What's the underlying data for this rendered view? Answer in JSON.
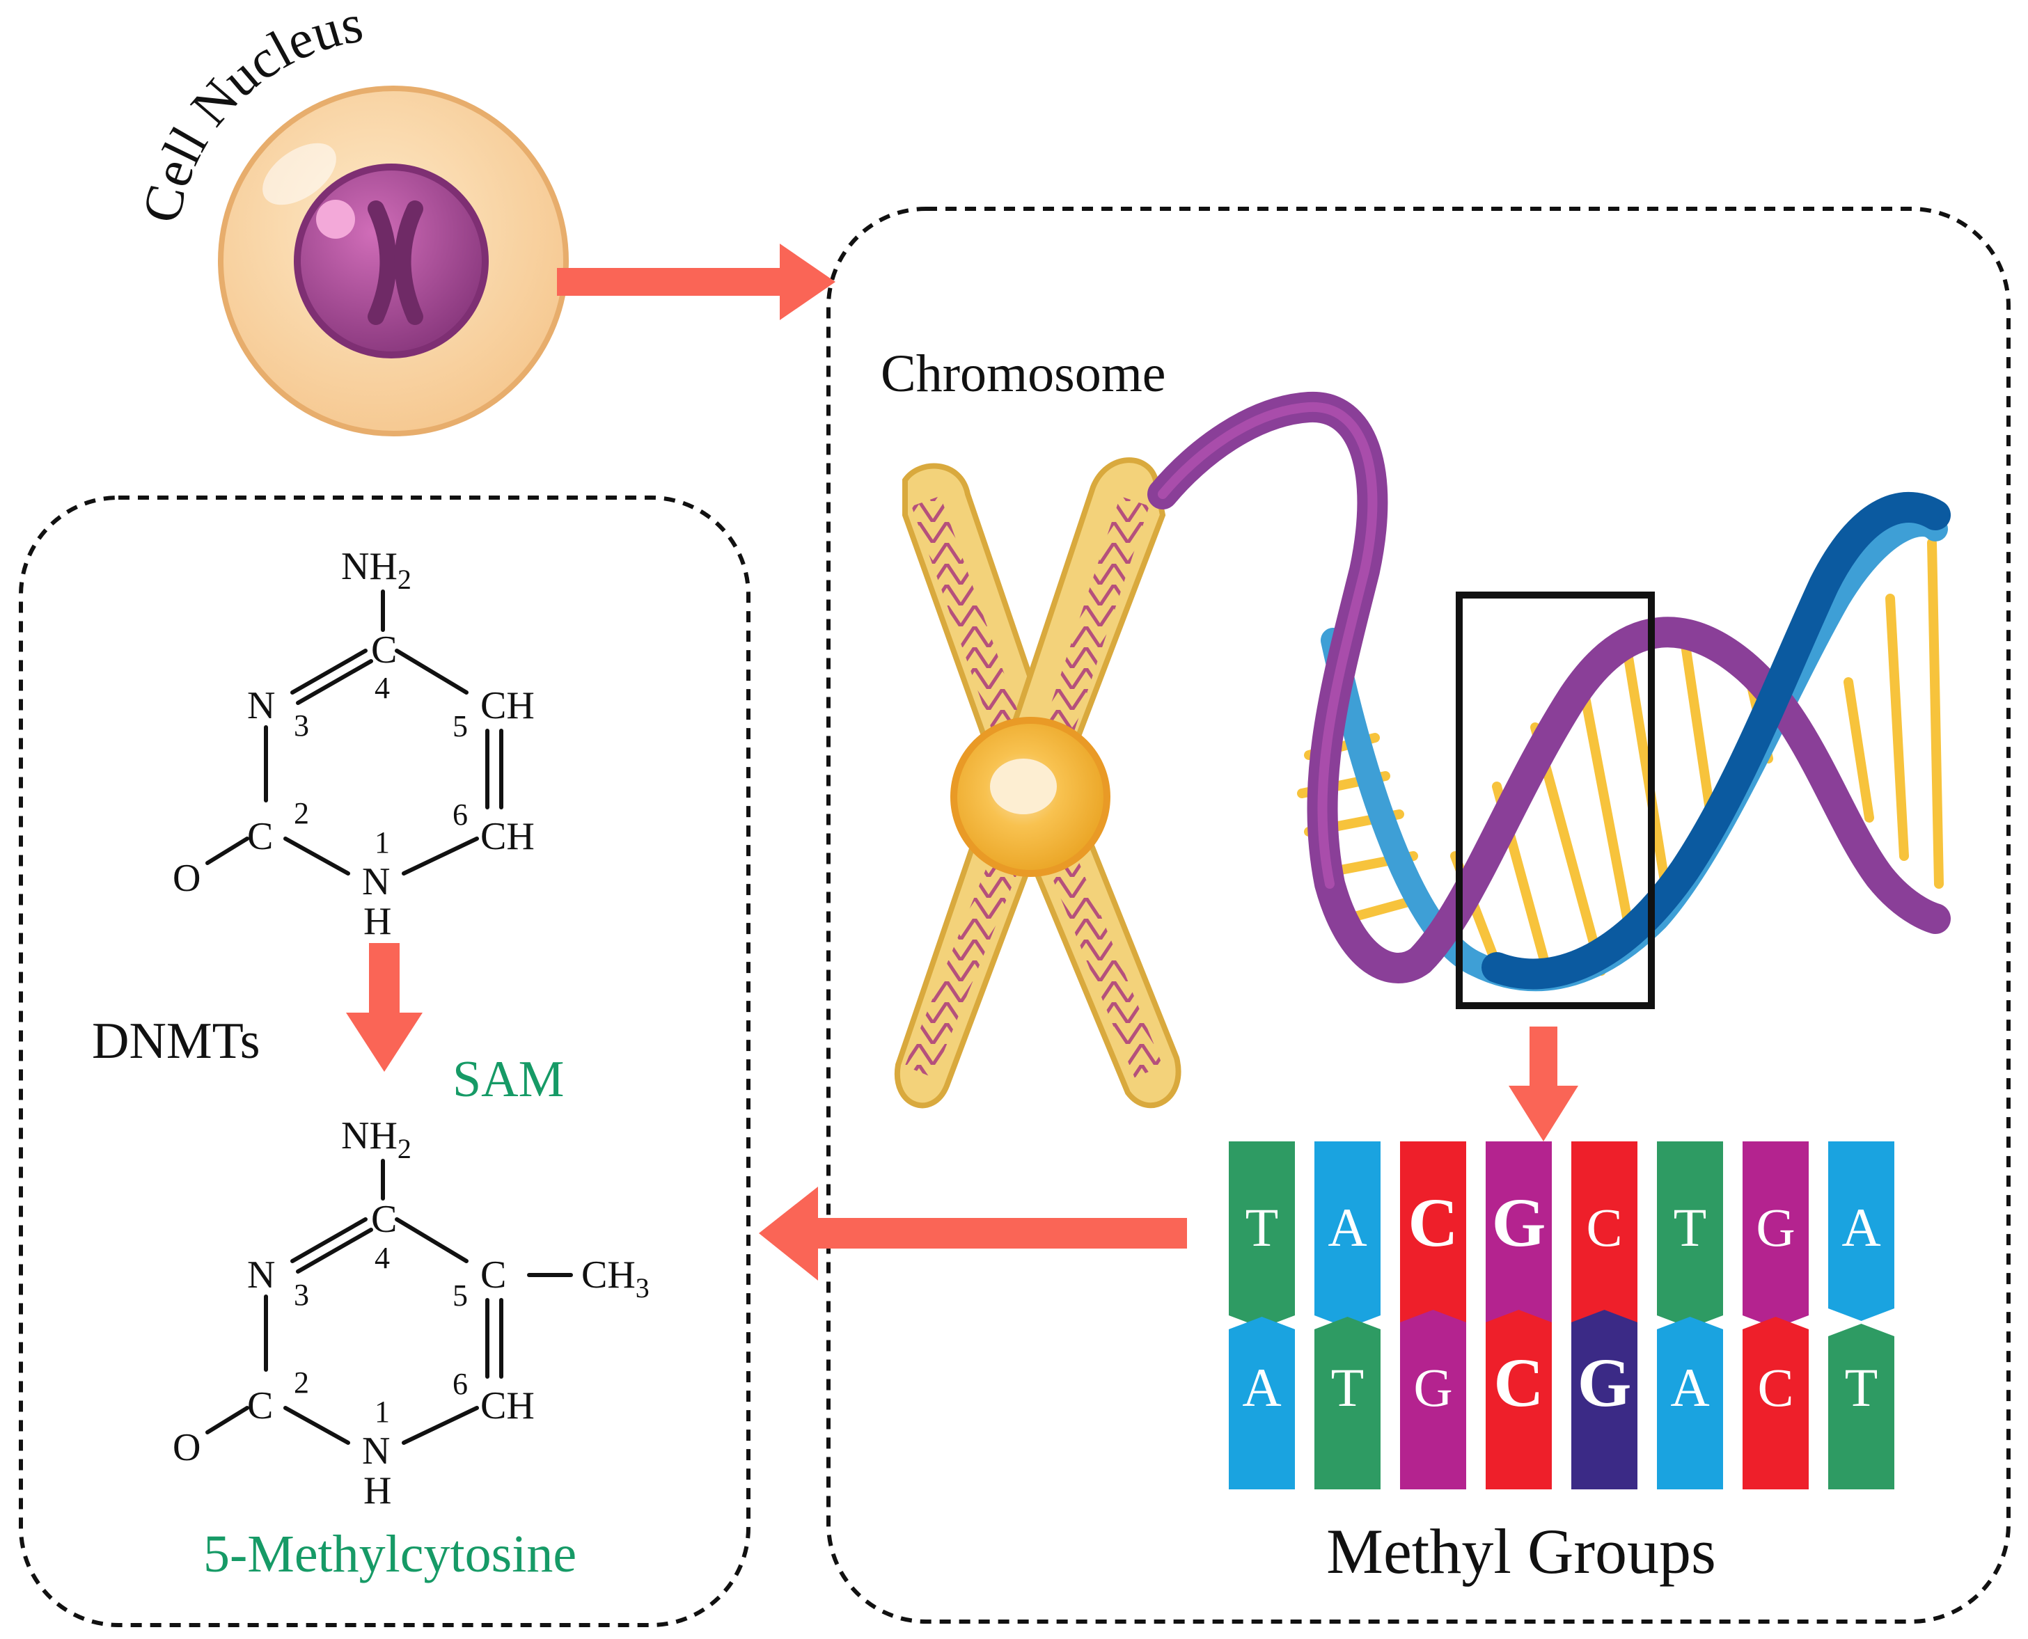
{
  "labels": {
    "cell_nucleus": "Cell Nucleus",
    "chromosome": "Chromosome",
    "methyl_groups": "Methyl Groups",
    "dnmts": "DNMTs",
    "sam": "SAM",
    "product": "5-Methylcytosine"
  },
  "cytosine": {
    "nh2": "NH",
    "nh2_sub": "2",
    "c4": "C",
    "n3": "N",
    "c2": "C",
    "o": "O",
    "n1": "N",
    "h": "H",
    "c5": "CH",
    "c6": "CH",
    "pos1": "1",
    "pos2": "2",
    "pos3": "3",
    "pos4": "4",
    "pos5": "5",
    "pos6": "6"
  },
  "methylcytosine": {
    "nh2": "NH",
    "nh2_sub": "2",
    "c4": "C",
    "n3": "N",
    "c2": "C",
    "o": "O",
    "n1": "N",
    "h": "H",
    "c5": "C",
    "ch3": "CH",
    "ch3_sub": "3",
    "c6": "CH",
    "pos1": "1",
    "pos2": "2",
    "pos3": "3",
    "pos4": "4",
    "pos5": "5",
    "pos6": "6"
  },
  "dna_top": [
    {
      "letter": "T",
      "color": "#2e9b63",
      "text": "#ffffff",
      "methyl": false
    },
    {
      "letter": "A",
      "color": "#1aa3e0",
      "text": "#34d8e0",
      "methyl": false
    },
    {
      "letter": "C",
      "color": "#ee1f2a",
      "text": "#ffffff",
      "methyl": true
    },
    {
      "letter": "G",
      "color": "#b4238f",
      "text": "#ffffff",
      "methyl": true
    },
    {
      "letter": "C",
      "color": "#ee1f2a",
      "text": "#ffffff",
      "methyl": false
    },
    {
      "letter": "T",
      "color": "#2e9b63",
      "text": "#ffffff",
      "methyl": false
    },
    {
      "letter": "G",
      "color": "#b4238f",
      "text": "#ffffff",
      "methyl": false
    },
    {
      "letter": "A",
      "color": "#1aa3e0",
      "text": "#ffffff",
      "methyl": false
    }
  ],
  "dna_bottom": [
    {
      "letter": "A",
      "color": "#1aa3e0",
      "text": "#34d8e0",
      "methyl": false
    },
    {
      "letter": "T",
      "color": "#2e9b63",
      "text": "#ffffff",
      "methyl": false
    },
    {
      "letter": "G",
      "color": "#b4238f",
      "text": "#ffffff",
      "methyl": false
    },
    {
      "letter": "C",
      "color": "#ee1f2a",
      "text": "#ffffff",
      "methyl": true
    },
    {
      "letter": "G",
      "color": "#3b2a86",
      "text": "#ffffff",
      "methyl": true
    },
    {
      "letter": "A",
      "color": "#1aa3e0",
      "text": "#ffffff",
      "methyl": false
    },
    {
      "letter": "C",
      "color": "#ee1f2a",
      "text": "#ffffff",
      "methyl": false
    },
    {
      "letter": "T",
      "color": "#2e9b63",
      "text": "#ffffff",
      "methyl": false
    }
  ],
  "colors": {
    "arrow": "#fa6556",
    "green_text": "#169a66",
    "strand_purple": "#8a3f98",
    "strand_blue": "#0b5aa0",
    "strand_lightblue": "#3e9fd6",
    "rung": "#f7c33c",
    "chromatid": "#f3d27a",
    "centromere": "#f5b52e",
    "nucleus": "#b04f99",
    "cell": "#fbd9ac"
  }
}
